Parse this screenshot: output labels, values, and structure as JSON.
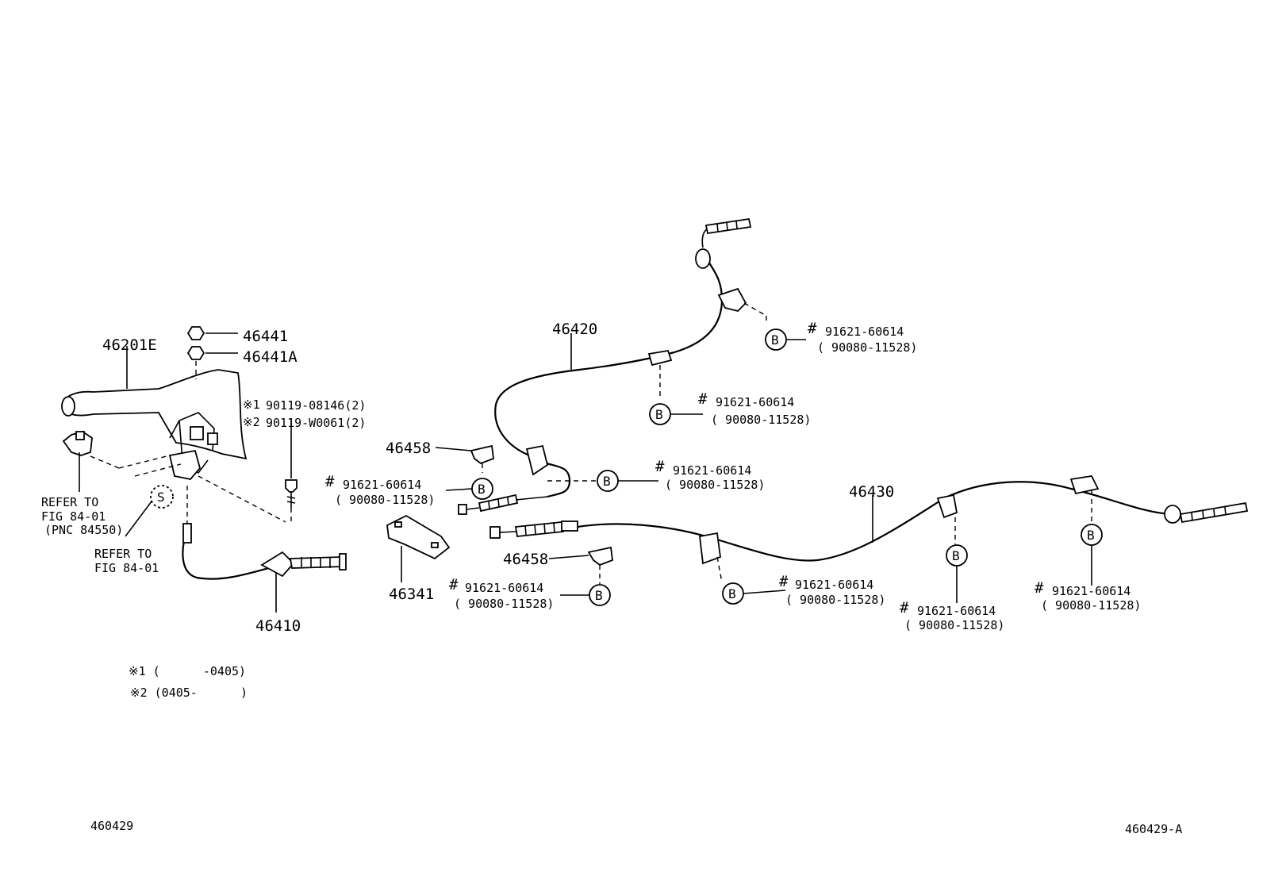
{
  "figure_id": "460429",
  "figure_id_variant": "460429-A",
  "parts": {
    "p46201E": "46201E",
    "p46441": "46441",
    "p46441A": "46441A",
    "p46410": "46410",
    "p46420": "46420",
    "p46430": "46430",
    "p46458a": "46458",
    "p46458b": "46458",
    "p46341": "46341"
  },
  "bolts": {
    "b1_mark": "※1",
    "b1": "90119-08146(2)",
    "b2_mark": "※2",
    "b2": "90119-W0061(2)"
  },
  "refer": {
    "r1_line1": "REFER TO",
    "r1_line2": "FIG 84-01",
    "r1_line3": "(PNC 84550)",
    "r2_line1": "REFER TO",
    "r2_line2": "FIG 84-01"
  },
  "symbols": {
    "S": "S",
    "B": "B",
    "hash": "#"
  },
  "clamp": {
    "primary": "91621-60614",
    "alternate": "( 90080-11528)"
  },
  "notes": {
    "n1": "※1 (      -0405)",
    "n2": "※2 (0405-      )"
  }
}
